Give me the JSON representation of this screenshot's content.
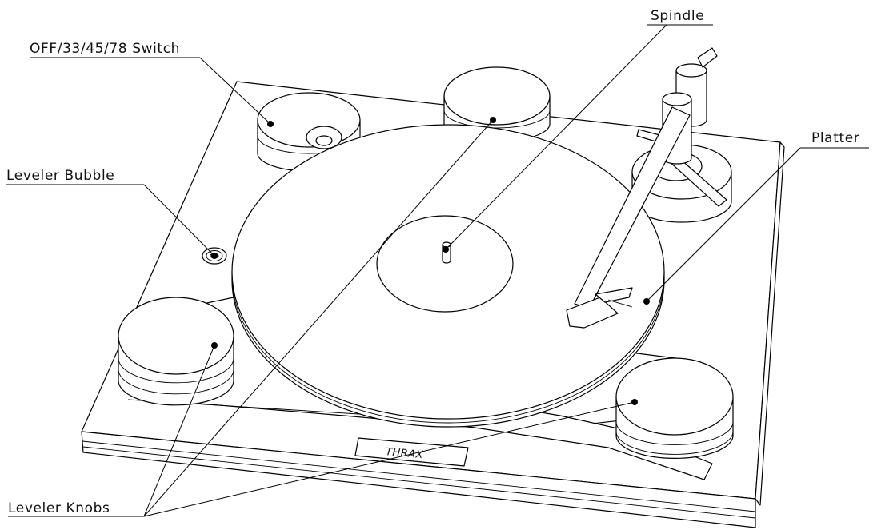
{
  "labels": {
    "switch": "OFF/33/45/78 Switch",
    "spindle": "Spindle",
    "platter": "Platter",
    "bubble": "Leveler Bubble",
    "knobs": "Leveler Knobs"
  },
  "brand": "THRAX"
}
